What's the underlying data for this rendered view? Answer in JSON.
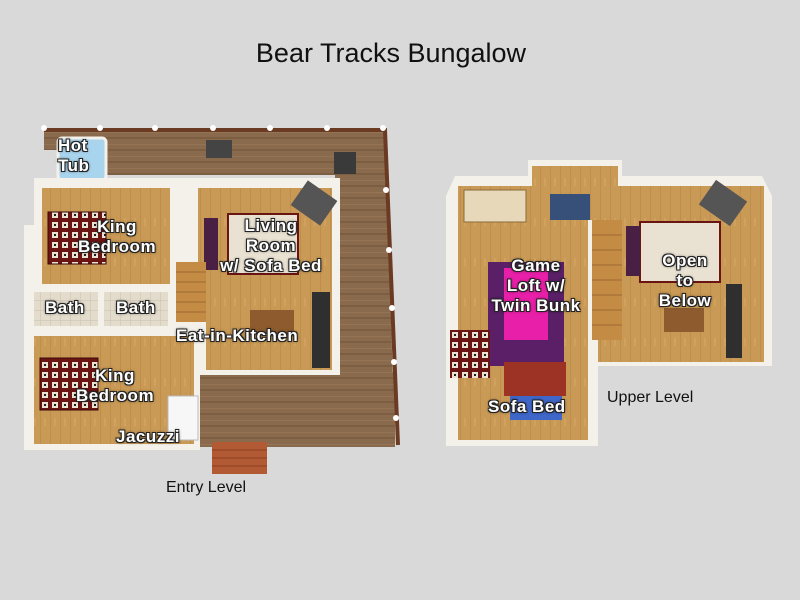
{
  "title": "Bear Tracks Bungalow",
  "levels": {
    "entry": {
      "label": "Entry Level",
      "rooms": {
        "hot_tub": [
          "Hot",
          "Tub"
        ],
        "king_bedroom_top": [
          "King",
          "Bedroom"
        ],
        "living_room": [
          "Living",
          "Room",
          "w/ Sofa Bed"
        ],
        "bath_left": "Bath",
        "bath_right": "Bath",
        "eat_in_kitchen": "Eat-in-Kitchen",
        "king_bedroom_bottom": [
          "King",
          "Bedroom"
        ],
        "jacuzzi": "Jacuzzi"
      }
    },
    "upper": {
      "label": "Upper Level",
      "rooms": {
        "game_loft": [
          "Game",
          "Loft w/",
          "Twin Bunk"
        ],
        "open_to_below": [
          "Open",
          "to",
          "Below"
        ],
        "sofa_bed": "Sofa Bed"
      }
    }
  },
  "colors": {
    "background": "#d9d9d9",
    "wood_floor": "#c99a55",
    "deck": "#8a6a4c",
    "wall": "#f4f1ea",
    "hot_tub_water": "#a9d4ee",
    "game_rug": "#5a1f66",
    "bunk_pink": "#e81fa8",
    "sofa_blue": "#3f66c9",
    "bedding": "#6a1414"
  }
}
